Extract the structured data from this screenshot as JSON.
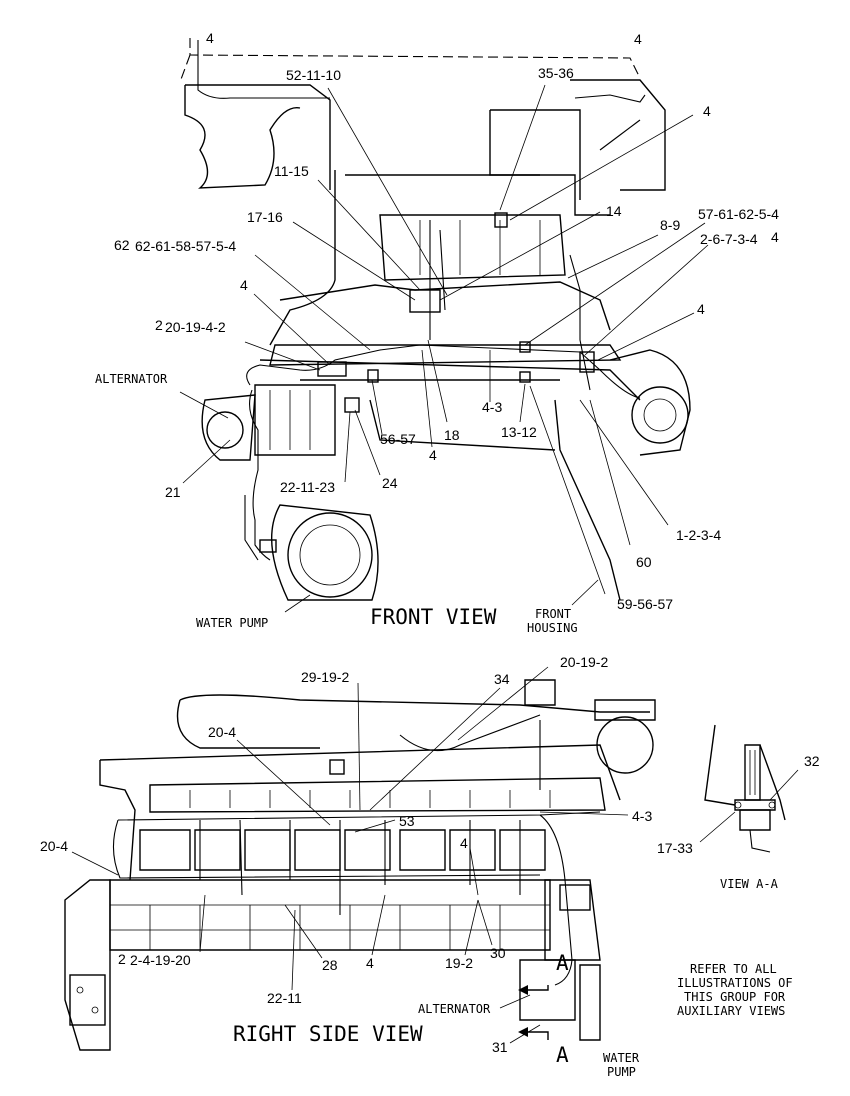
{
  "front_view": {
    "title": "FRONT VIEW",
    "captions": {
      "alternator": "ALTERNATOR",
      "water_pump": "WATER PUMP",
      "front": "FRONT",
      "housing": "HOUSING"
    },
    "callouts": {
      "c_4_top_left": "4",
      "c_4_top_right": "4",
      "c_52_11_10": "52-11-10",
      "c_35_36": "35-36",
      "c_4_right_upper": "4",
      "c_11_15": "11-15",
      "c_14": "14",
      "c_17_16": "17-16",
      "c_8_9": "8-9",
      "c_57_61_62_5_4": "57-61-62-5-4",
      "c_62": "62",
      "c_62_61_58_57_5_4": "62-61-58-57-5-4",
      "c_2_6_7_3_4": "2-6-7-3-4",
      "c_4_sup": "4",
      "c_4_left_mid": "4",
      "c_4_right_mid": "4",
      "c_2": "2",
      "c_20_19_4_2": "20-19-4-2",
      "c_56_57": "56-57",
      "c_18": "18",
      "c_4_3": "4-3",
      "c_13_12": "13-12",
      "c_4_bottom": "4",
      "c_24": "24",
      "c_21": "21",
      "c_22_11_23": "22-11-23",
      "c_1_2_3_4": "1-2-3-4",
      "c_60": "60",
      "c_59_56_57": "59-56-57"
    }
  },
  "side_view": {
    "title": "RIGHT SIDE VIEW",
    "captions": {
      "alternator": "ALTERNATOR",
      "water": "WATER",
      "pump": "PUMP",
      "section_a_top": "A",
      "section_a_bottom": "A"
    },
    "callouts": {
      "c_20_19_2": "20-19-2",
      "c_29_19_2": "29-19-2",
      "c_34": "34",
      "c_20_4_top": "20-4",
      "c_53": "53",
      "c_4_3": "4-3",
      "c_20_4_left": "20-4",
      "c_4_mid": "4",
      "c_2_prefix": "2",
      "c_2_4_19_20": "2-4-19-20",
      "c_28": "28",
      "c_4_low": "4",
      "c_19_2": "19-2",
      "c_30": "30",
      "c_22_11": "22-11",
      "c_31": "31"
    }
  },
  "view_a_a": {
    "title": "VIEW A-A",
    "callouts": {
      "c_32": "32",
      "c_17_33": "17-33"
    }
  },
  "note": {
    "line1": "REFER TO ALL",
    "line2": "ILLUSTRATIONS OF",
    "line3": "THIS GROUP FOR",
    "line4": "AUXILIARY VIEWS"
  }
}
